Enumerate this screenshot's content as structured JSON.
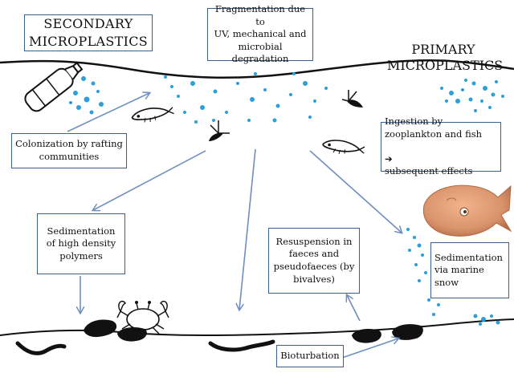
{
  "labels": {
    "secondary": "SECONDARY\nMICROPLASTICS",
    "primary": "PRIMARY\nMICROPLASTICS",
    "fragmentation": "Fragmentation  due to\nUV, mechanical and\nmicrobial degradation",
    "colonization": "Colonization by rafting\ncommunities",
    "ingestion_line1": "Ingestion by\nzooplankton and fish",
    "ingestion_line2": "subsequent effects",
    "sed_high_density": "Sedimentation\nof high density\npolymers",
    "resuspension": "Resuspension in\nfaeces and\npseudofaeces (by\nbivalves)",
    "sed_marine_snow": "Sedimentation\nvia marine\nsnow",
    "bioturbation": "Bioturbation"
  },
  "icons": [
    "plastic-bottle-icon",
    "zooplankton-icon",
    "fish-icon",
    "crab-icon",
    "bivalve-icon",
    "worm-icon",
    "arrow-icon"
  ],
  "colors": {
    "particles": "#2a9fd8",
    "arrows": "#6f8fc0",
    "box_border": "#3b5f8c",
    "fish": "#d9936b"
  }
}
